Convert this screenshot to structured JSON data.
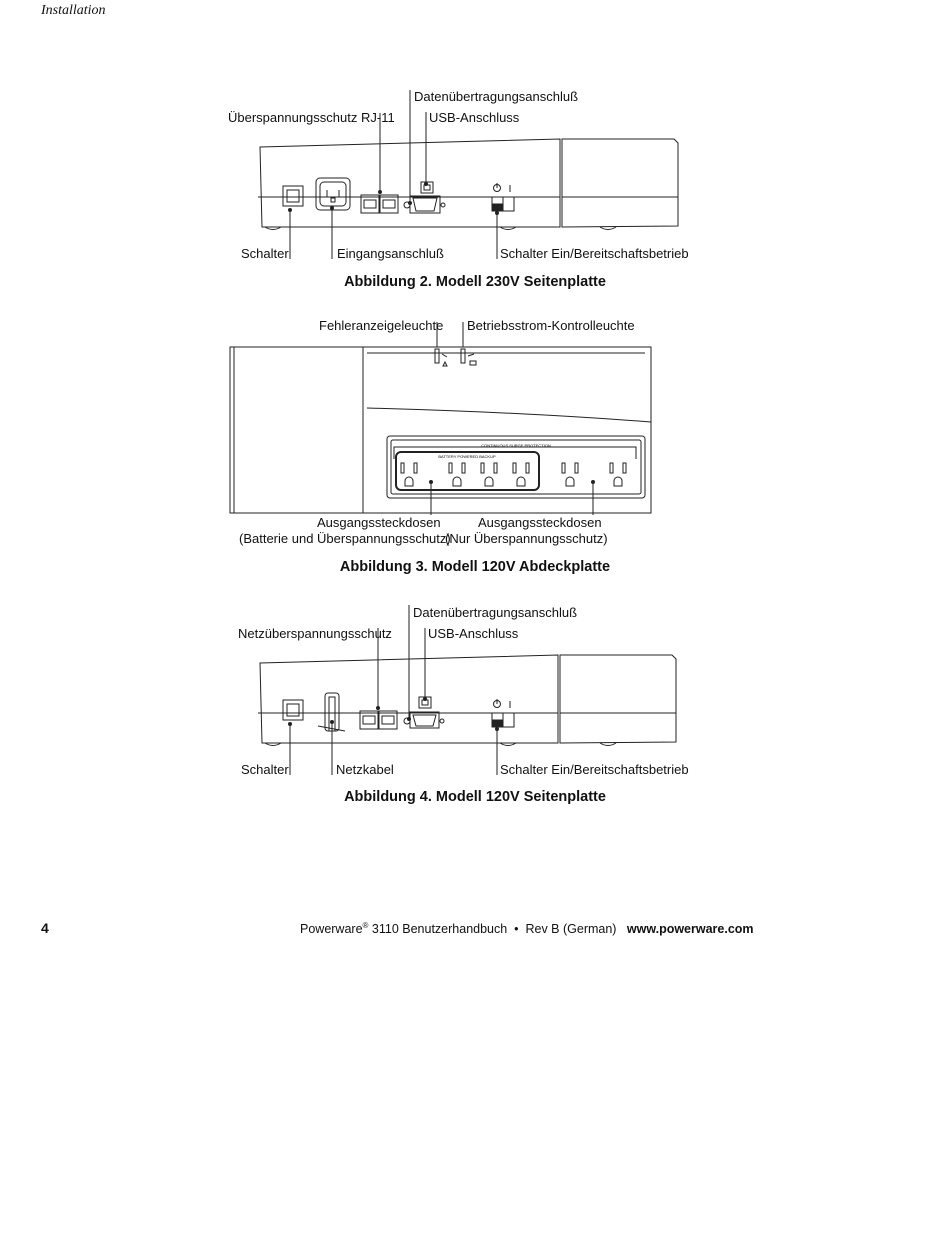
{
  "header": {
    "section": "Installation"
  },
  "figure2": {
    "caption": "Abbildung 2. Modell 230V Seitenplatte",
    "labels": {
      "data_port": "Datenübertragungsanschluß",
      "rj11": "Überspannungsschutz RJ-11",
      "usb": "USB-Anschluss",
      "switch": "Schalter",
      "input": "Eingangsanschluß",
      "onoff": "Schalter Ein/Bereitschaftsbetrieb"
    }
  },
  "figure3": {
    "caption": "Abbildung 3. Modell 120V Abdeckplatte",
    "labels": {
      "fault": "Fehleranzeigeleuchte",
      "power": "Betriebsstrom-Kontrolleuchte",
      "out_battery_1": "Ausgangssteckdosen",
      "out_battery_2": "(Batterie und Überspannungsschutz)",
      "out_surge_1": "Ausgangssteckdosen",
      "out_surge_2": "(Nur Überspannungsschutz)",
      "panel_top": "CONTINUOUS SURGE PROTECTION",
      "panel_battery": "BATTERY POWERED BACKUP"
    }
  },
  "figure4": {
    "caption": "Abbildung 4. Modell 120V Seitenplatte",
    "labels": {
      "data_port": "Datenübertragungsanschluß",
      "surge": "Netzüberspannungsschutz",
      "usb": "USB-Anschluss",
      "switch": "Schalter",
      "cable": "Netzkabel",
      "onoff": "Schalter Ein/Bereitschaftsbetrieb"
    }
  },
  "footer": {
    "page": "4",
    "product": "Powerware",
    "reg": "®",
    "manual": " 3110 Benutzerhandbuch  •  Rev B (German)",
    "url": "www.powerware.com"
  }
}
